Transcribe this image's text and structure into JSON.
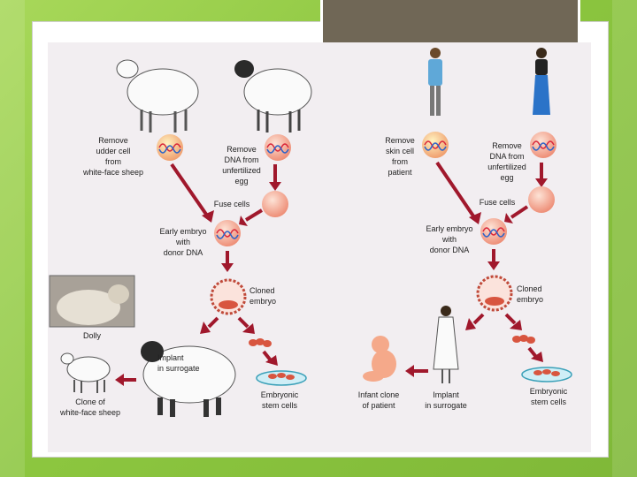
{
  "left_panel": {
    "remove_udder": [
      "Remove",
      "udder cell",
      "from",
      "white-face sheep"
    ],
    "remove_dna": [
      "Remove",
      "DNA from",
      "unfertilized",
      "egg"
    ],
    "fuse_cells": "Fuse cells",
    "early_embryo": [
      "Early embryo",
      "with",
      "donor DNA"
    ],
    "cloned_embryo": [
      "Cloned",
      "embryo"
    ],
    "dolly": "Dolly",
    "implant": [
      "Implant",
      "in surrogate"
    ],
    "clone": [
      "Clone of",
      "white-face sheep"
    ],
    "stem_cells": [
      "Embryonic",
      "stem cells"
    ]
  },
  "right_panel": {
    "remove_skin": [
      "Remove",
      "skin cell",
      "from",
      "patient"
    ],
    "remove_dna": [
      "Remove",
      "DNA from",
      "unfertilized",
      "egg"
    ],
    "fuse_cells": "Fuse cells",
    "early_embryo": [
      "Early embryo",
      "with",
      "donor DNA"
    ],
    "cloned_embryo": [
      "Cloned",
      "embryo"
    ],
    "infant_clone": [
      "Infant clone",
      "of patient"
    ],
    "implant": [
      "Implant",
      "in surrogate"
    ],
    "stem_cells": [
      "Embryonic",
      "stem cells"
    ]
  },
  "colors": {
    "background_green": "#8cc63f",
    "title_tab": "#706756",
    "arrow": "#a0182c",
    "cell_fill": "#f4a58e",
    "dna_red": "#d9263a",
    "dna_blue": "#2a63c9"
  }
}
